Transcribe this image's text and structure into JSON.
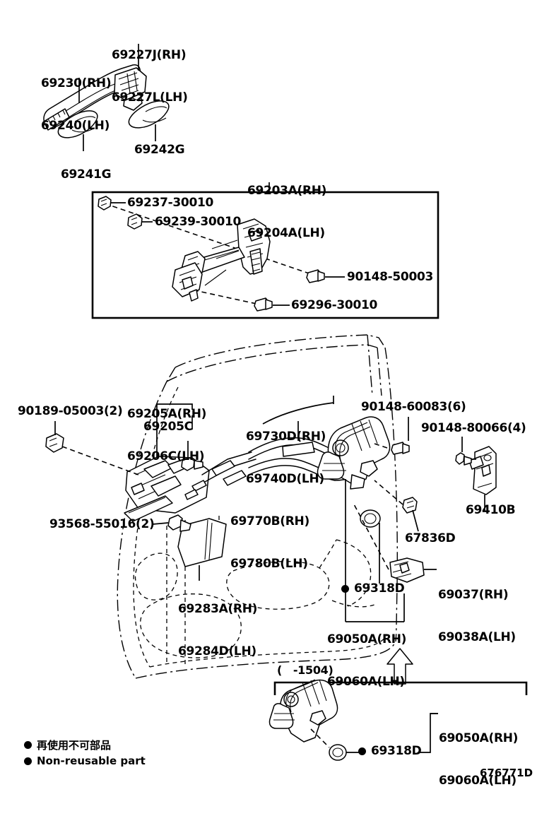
{
  "diagram": {
    "figure_code": "676771D",
    "legend": [
      {
        "marker": "black-dot",
        "text": "再使用不可部品"
      },
      {
        "marker": "black-dot",
        "text": "Non-reusable part"
      }
    ],
    "inset_top": {
      "title_line1": "69203A(RH)",
      "title_line2": "69204A(LH)",
      "callouts": [
        "69237-30010",
        "69239-30010",
        "90148-50003",
        "69296-30010"
      ]
    },
    "inset_bottom": {
      "date_note": "(   -1504)",
      "title_line1": "69050A(RH)",
      "title_line2": "69060A(LH)",
      "callout": "69318D",
      "callout_marker": "black-dot"
    },
    "labels": [
      {
        "id": "l-69227",
        "line1": "69227J(RH)",
        "line2": "69227L(LH)"
      },
      {
        "id": "l-69230",
        "line1": "69230(RH)",
        "line2": "69240(LH)"
      },
      {
        "id": "l-69242G",
        "line1": "69242G"
      },
      {
        "id": "l-69241G",
        "line1": "69241G"
      },
      {
        "id": "l-69203A",
        "line1": "69203A(RH)",
        "line2": "69204A(LH)"
      },
      {
        "id": "l-69237",
        "line1": "69237-30010"
      },
      {
        "id": "l-69239",
        "line1": "69239-30010"
      },
      {
        "id": "l-90148-50003",
        "line1": "90148-50003"
      },
      {
        "id": "l-69296",
        "line1": "69296-30010"
      },
      {
        "id": "l-90189",
        "line1": "90189-05003(2)"
      },
      {
        "id": "l-69205A",
        "line1": "69205A(RH)",
        "line2": "69206C(LH)"
      },
      {
        "id": "l-69205C",
        "line1": "69205C"
      },
      {
        "id": "l-69730D",
        "line1": "69730D(RH)",
        "line2": "69740D(LH)"
      },
      {
        "id": "l-90148-60083",
        "line1": "90148-60083(6)"
      },
      {
        "id": "l-90148-80066",
        "line1": "90148-80066(4)"
      },
      {
        "id": "l-69410B",
        "line1": "69410B"
      },
      {
        "id": "l-69770B",
        "line1": "69770B(RH)",
        "line2": "69780B(LH)"
      },
      {
        "id": "l-93568",
        "line1": "93568-55016(2)"
      },
      {
        "id": "l-69283A",
        "line1": "69283A(RH)",
        "line2": "69284D(LH)"
      },
      {
        "id": "l-67836D",
        "line1": "67836D"
      },
      {
        "id": "l-69037",
        "line1": "69037(RH)",
        "line2": "69038A(LH)"
      },
      {
        "id": "l-69318D",
        "line1": "69318D"
      },
      {
        "id": "l-69050A",
        "line1": "69050A(RH)",
        "line2": "69060A(LH)"
      },
      {
        "id": "l-69050A-inset",
        "line1": "69050A(RH)",
        "line2": "69060A(LH)"
      },
      {
        "id": "l-69318D-inset",
        "line1": "69318D"
      },
      {
        "id": "l-date-note",
        "line1": "(   -1504)"
      },
      {
        "id": "l-figcode",
        "line1": "676771D"
      }
    ]
  }
}
